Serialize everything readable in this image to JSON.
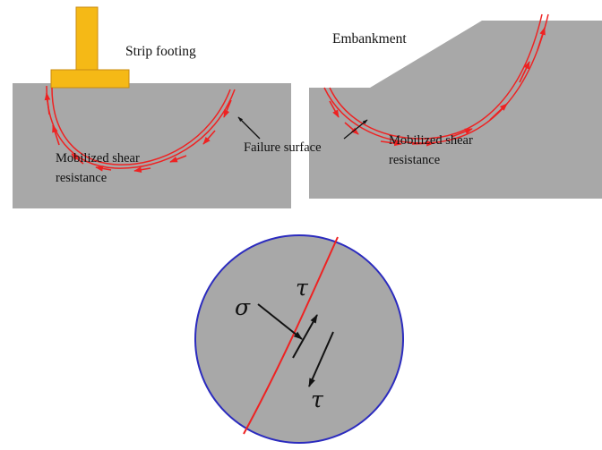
{
  "figure": {
    "title_panels": {
      "left": "Strip footing",
      "right": "Embankment"
    },
    "shared_label": "Failure surface",
    "left_panel": {
      "name": "strip-footing-panel",
      "heading": "Strip footing",
      "shear_label_line1": "Mobilized shear",
      "shear_label_line2": "resistance",
      "soil_fill": "#a8a8a8",
      "footing_fill": "#f5b916",
      "footing_stroke": "#c98b12",
      "failure_curve_color": "#ee2222"
    },
    "right_panel": {
      "name": "embankment-panel",
      "heading": "Embankment",
      "shear_label_line1": "Mobilized shear",
      "shear_label_line2": "resistance",
      "soil_fill": "#a8a8a8",
      "failure_curve_color": "#ee2222"
    },
    "detail_circle": {
      "name": "stress-element-detail",
      "circle_stroke": "#2b2bbe",
      "circle_fill": "#a8a8a8",
      "failure_curve_color": "#ee2222",
      "normal_stress_label": "σ",
      "shear_stress_label_top": "τ",
      "shear_stress_label_bottom": "τ",
      "arrow_color": "#111111"
    },
    "colors": {
      "soil_gray": "#a8a8a8",
      "footing_gold": "#f5b916",
      "failure_red": "#ee2222",
      "circle_blue": "#2b2bbe",
      "text_black": "#111111",
      "background": "#ffffff"
    }
  }
}
